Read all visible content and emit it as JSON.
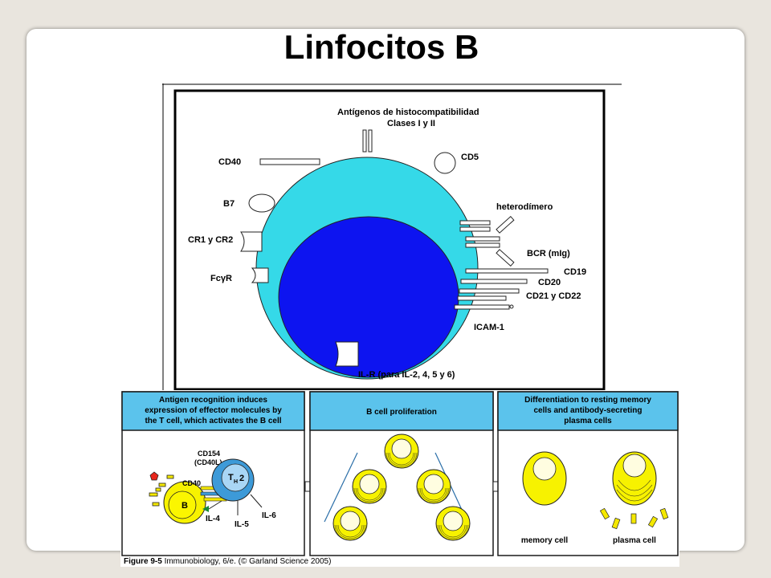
{
  "slide": {
    "title": "Linfocitos B"
  },
  "cell_diagram": {
    "labels": {
      "mhc_line1": "Antígenos de histocompatibilidad",
      "mhc_line2": "Clases I y II",
      "cd40": "CD40",
      "cd5": "CD5",
      "b7": "B7",
      "heterodimer": "heterodímero",
      "cr1_cr2": "CR1 y CR2",
      "bcr": "BCR (mIg)",
      "cd19": "CD19",
      "fcr": "FcγR",
      "cd20": "CD20",
      "cd21_cd22": "CD21 y CD22",
      "icam1": "ICAM-1",
      "ilr": "IL-R (para IL-2, 4, 5 y 6)"
    },
    "colors": {
      "cytoplasm": "#35d9e8",
      "nucleus": "#0d14f0"
    }
  },
  "panels": [
    {
      "header": "Antigen recognition induces expression of effector molecules by the T cell, which activates the B cell",
      "header_lines": [
        "Antigen recognition induces",
        "expression of effector molecules by",
        "the T cell, which activates the B cell"
      ],
      "labels": {
        "cd154_line1": "CD154",
        "cd154_line2": "(CD40L)",
        "cd40": "CD40",
        "b": "B",
        "th": "T",
        "th_sub": "H",
        "th_num": "2",
        "il4": "IL-4",
        "il5": "IL-5",
        "il6": "IL-6"
      }
    },
    {
      "header": "B cell proliferation",
      "header_lines": [
        "B cell proliferation"
      ]
    },
    {
      "header": "Differentiation to resting memory cells and antibody-secreting plasma cells",
      "header_lines": [
        "Differentiation to resting memory",
        "cells and antibody-secreting",
        "plasma cells"
      ],
      "labels": {
        "memory": "memory cell",
        "plasma": "plasma cell"
      }
    }
  ],
  "caption": {
    "figure": "Figure 9-5",
    "rest": " Immunobiology, 6/e. (© Garland Science 2005)"
  },
  "colors": {
    "panel_header": "#5bc3ec",
    "b_cell": "#f7f200",
    "t_cell": "#3d9ad8",
    "border": "#1a1a1a"
  }
}
